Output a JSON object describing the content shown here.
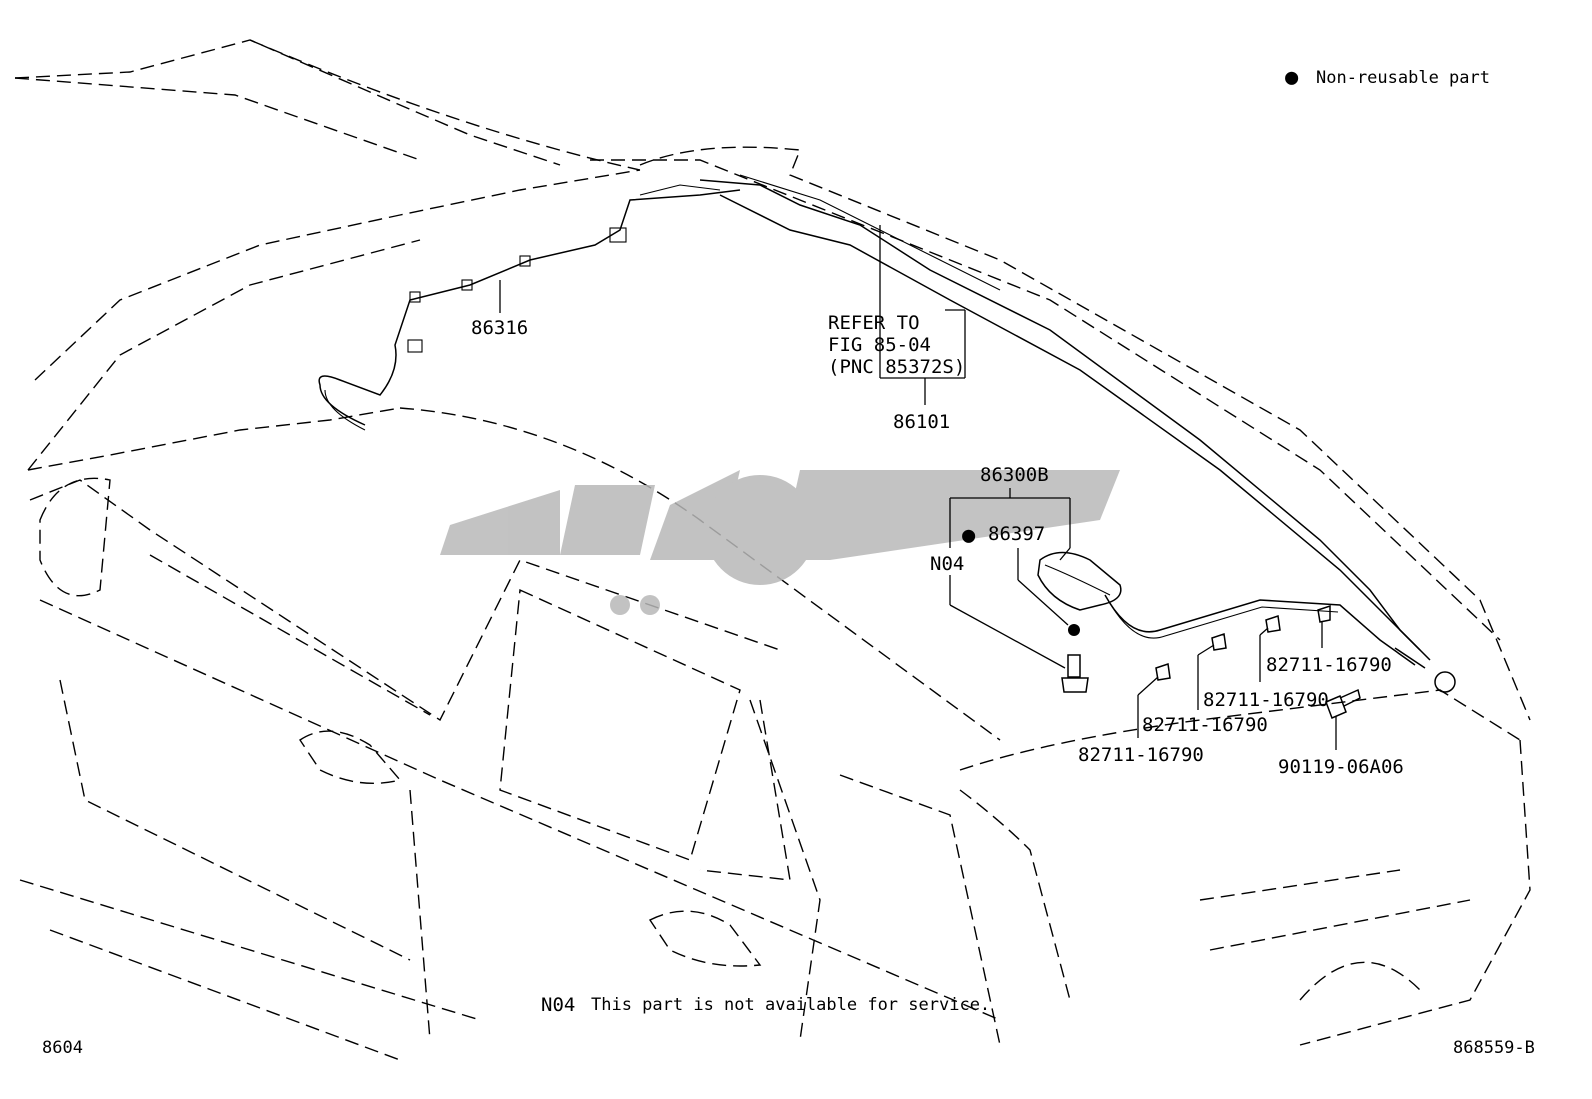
{
  "legend": {
    "symbol": "●",
    "text": "Non-reusable part"
  },
  "callouts": {
    "c86316": "86316",
    "refer_line1": "REFER TO",
    "refer_line2": "FIG 85-04",
    "refer_line3": "(PNC 85372S)",
    "c86101": "86101",
    "c86300B": "86300B",
    "c86397_mark": "●",
    "c86397": "86397",
    "cN04": "N04",
    "clip1": "82711-16790",
    "clip2": "82711-16790",
    "clip3": "82711-16790",
    "clip4": "82711-16790",
    "bolt": "90119-06A06"
  },
  "footnote": {
    "code": "N04",
    "text": "This part is not available for service."
  },
  "footer": {
    "left": "8604",
    "right": "868559-B"
  },
  "colors": {
    "lines": "#000000",
    "watermark": "#b8b8b8",
    "background": "#ffffff"
  },
  "icons": [
    "bullet-dot-icon",
    "antenna-icon",
    "clip-icon",
    "bolt-icon",
    "watermark-logo-icon"
  ]
}
